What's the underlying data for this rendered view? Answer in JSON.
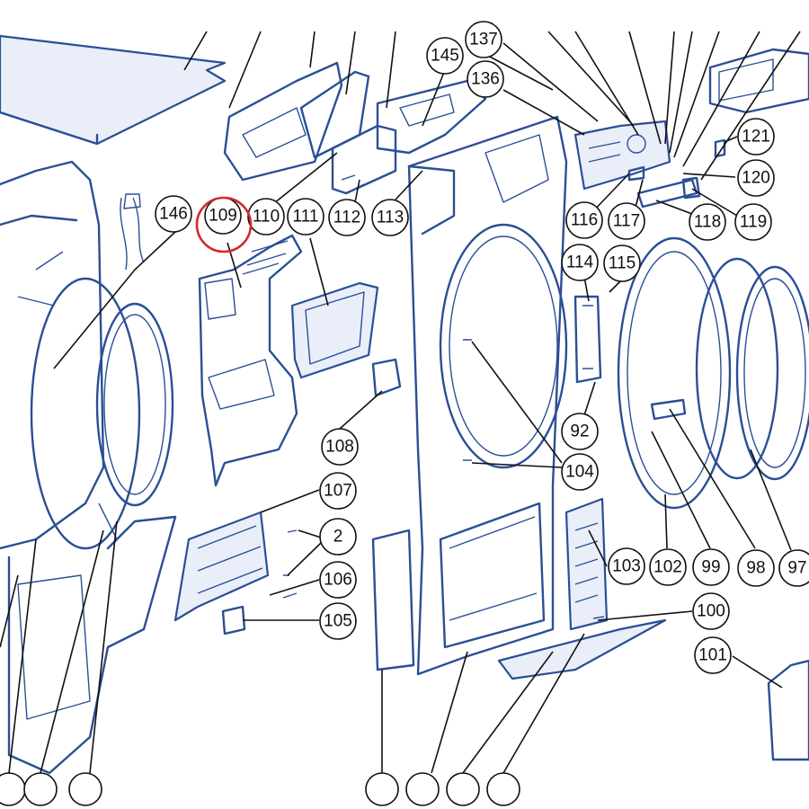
{
  "diagram": {
    "highlight_color": "#d42a2a",
    "line_color": "#2a4f96",
    "highlighted_callout": "109",
    "callouts": [
      {
        "id": "c137",
        "label": "137"
      },
      {
        "id": "c145",
        "label": "145"
      },
      {
        "id": "c136",
        "label": "136"
      },
      {
        "id": "c121",
        "label": "121"
      },
      {
        "id": "c120",
        "label": "120"
      },
      {
        "id": "c146",
        "label": "146"
      },
      {
        "id": "c109",
        "label": "109"
      },
      {
        "id": "c110",
        "label": "110"
      },
      {
        "id": "c111",
        "label": "111"
      },
      {
        "id": "c112",
        "label": "112"
      },
      {
        "id": "c113",
        "label": "113"
      },
      {
        "id": "c116",
        "label": "116"
      },
      {
        "id": "c117",
        "label": "117"
      },
      {
        "id": "c118",
        "label": "118"
      },
      {
        "id": "c119",
        "label": "119"
      },
      {
        "id": "c114",
        "label": "114"
      },
      {
        "id": "c115",
        "label": "115"
      },
      {
        "id": "c92",
        "label": "92"
      },
      {
        "id": "c108",
        "label": "108"
      },
      {
        "id": "c104",
        "label": "104"
      },
      {
        "id": "c107",
        "label": "107"
      },
      {
        "id": "c2",
        "label": "2"
      },
      {
        "id": "c106",
        "label": "106"
      },
      {
        "id": "c105",
        "label": "105"
      },
      {
        "id": "c103",
        "label": "103"
      },
      {
        "id": "c102",
        "label": "102"
      },
      {
        "id": "c99",
        "label": "99"
      },
      {
        "id": "c98",
        "label": "98"
      },
      {
        "id": "c97",
        "label": "97"
      },
      {
        "id": "c100",
        "label": "100"
      },
      {
        "id": "c101",
        "label": "101"
      }
    ]
  }
}
